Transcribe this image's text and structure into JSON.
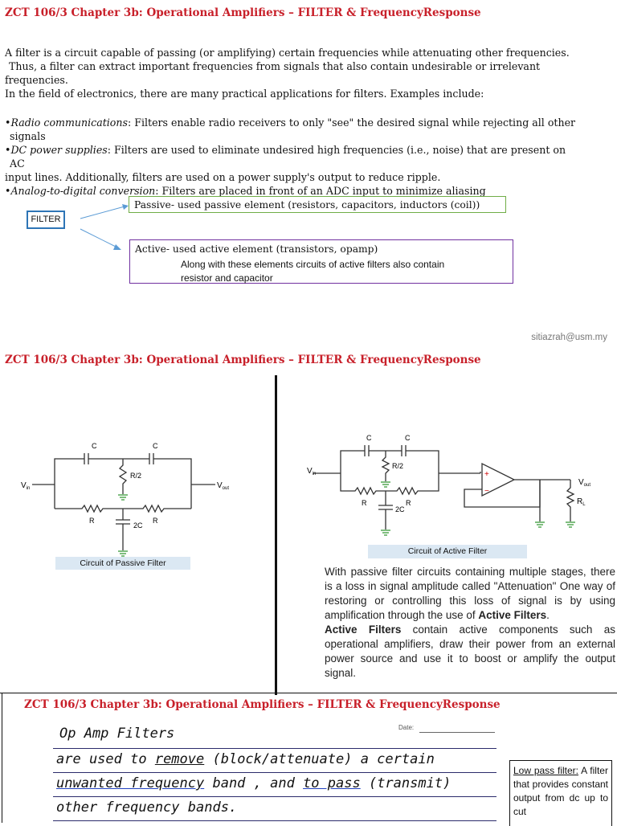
{
  "slide1": {
    "title": "ZCT 106/3 Chapter 3b: Operational Amplifiers – FILTER & FrequencyResponse",
    "intro_1": "A filter is a circuit capable of passing (or amplifying) certain frequencies while attenuating other frequencies.",
    "intro_2": "Thus, a filter can extract important frequencies from signals that also contain undesirable or irrelevant",
    "intro_3": "frequencies.",
    "intro_4": "In the field of electronics, there are many practical applications for filters. Examples include:",
    "bullet_radio_term": "Radio communications",
    "bullet_radio_text": ": Filters enable radio receivers to only \"see\" the desired signal while rejecting all other",
    "bullet_radio_cont": "signals",
    "bullet_dc_term": "DC power supplies",
    "bullet_dc_text": ": Filters are used to eliminate undesired high frequencies (i.e., noise) that are present on",
    "bullet_dc_cont": "AC",
    "bullet_dc_cont2": "input lines. Additionally, filters are used on a power supply's output to reduce ripple.",
    "bullet_adc_term": "Analog-to-digital conversion",
    "bullet_adc_text": ": Filters are placed in front of an ADC input to minimize aliasing",
    "filter_label": "FILTER",
    "passive_text": "Passive-   used passive element (resistors, capacitors, inductors (coil))",
    "active_text": "Active- used active element (transistors, opamp)",
    "active_note_1": "Along with these elements circuits of active filters also contain",
    "active_note_2": "resistor and capacitor",
    "email": "sitiazrah@usm.my"
  },
  "slide2": {
    "title": "ZCT 106/3 Chapter 3b: Operational Amplifiers – FILTER & FrequencyResponse",
    "passive_caption": "Circuit of Passive Filter",
    "active_caption": "Circuit of Active Filter",
    "labels": {
      "c": "C",
      "r": "R",
      "r2": "R/2",
      "c2": "2C",
      "vin_main": "V",
      "vin_sub": "in",
      "vout_main": "V",
      "vout_sub": "out",
      "rl_main": "R",
      "rl_sub": "L",
      "plus": "+",
      "minus": "−"
    },
    "para_1": "With passive filter circuits containing multiple stages, there is a loss in signal amplitude called \"Attenuation\" One way of restoring or controlling this loss of signal is by using amplification through the use of ",
    "para_1_bold": "Active Filters",
    "para_1_end": ".",
    "para_2_bold": "Active Filters",
    "para_2": " contain active components such as operational amplifiers, draw their power from an external power source and use it to boost or amplify the output signal."
  },
  "slide3": {
    "title": "ZCT 106/3 Chapter 3b: Operational Amplifiers – FILTER & FrequencyResponse",
    "date_label": "Date:",
    "hand_1": "Op Amp Filters",
    "hand_2a": "are used to ",
    "hand_2b": "remove",
    "hand_2c": " (block/attenuate) a certain",
    "hand_3a": "unwanted frequency",
    "hand_3b": " band , and ",
    "hand_3c": "to pass",
    "hand_3d": " (transmit)",
    "hand_4": "other frequency bands.",
    "lowpass_term": "Low pass filter:",
    "lowpass_text": " A filter that provides constant output from dc up to cut"
  }
}
